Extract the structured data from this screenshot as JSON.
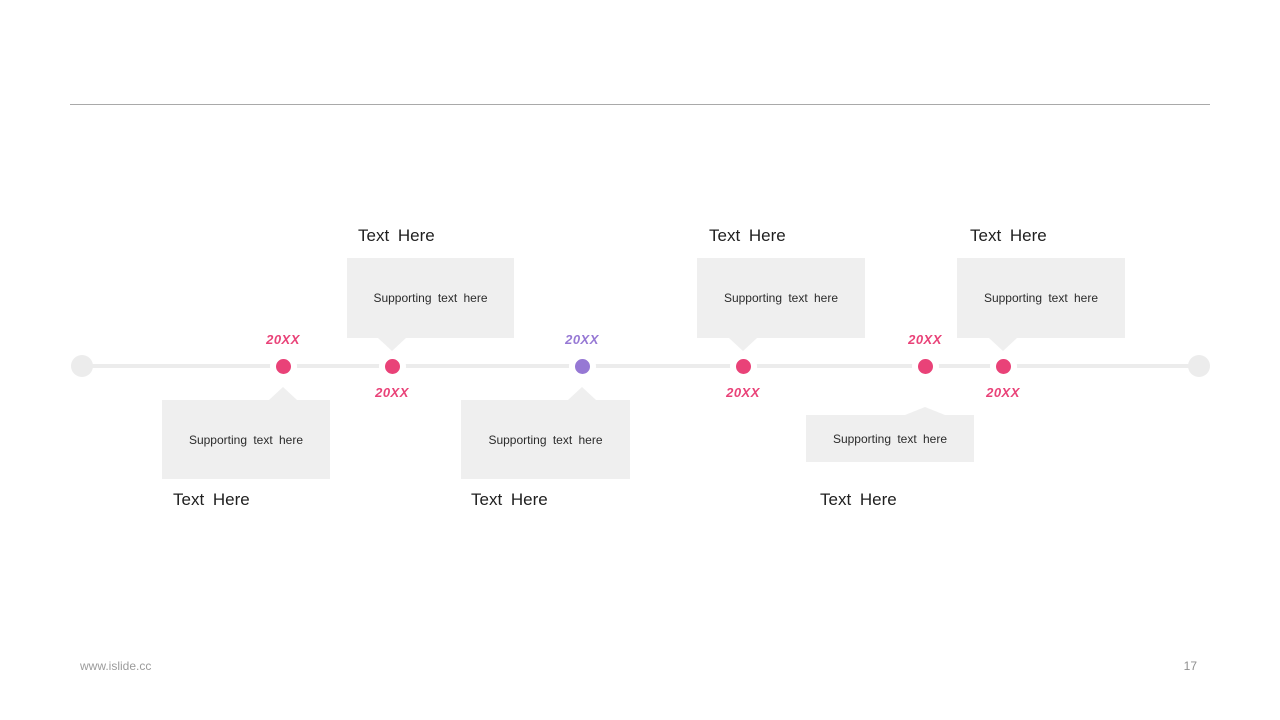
{
  "colors": {
    "pink": "#E94278",
    "purple": "#9678D4",
    "track": "#ECECEC",
    "box": "#EFEFEF"
  },
  "footer": {
    "website": "www.islide.cc",
    "page_number": "17"
  },
  "timeline": {
    "events": [
      {
        "year": "20XX",
        "color": "pink",
        "label_position": "above"
      },
      {
        "year": "20XX",
        "color": "pink",
        "label_position": "below"
      },
      {
        "year": "20XX",
        "color": "purple",
        "label_position": "above"
      },
      {
        "year": "20XX",
        "color": "pink",
        "label_position": "below"
      },
      {
        "year": "20XX",
        "color": "pink",
        "label_position": "above"
      },
      {
        "year": "20XX",
        "color": "pink",
        "label_position": "below"
      }
    ],
    "callouts": [
      {
        "title": "Text Here",
        "body": "Supporting text here",
        "position": "above-timeline"
      },
      {
        "title": "Text Here",
        "body": "Supporting text here",
        "position": "above-timeline"
      },
      {
        "title": "Text Here",
        "body": "Supporting text here",
        "position": "above-timeline"
      },
      {
        "title": "Text Here",
        "body": "Supporting text here",
        "position": "below-timeline"
      },
      {
        "title": "Text Here",
        "body": "Supporting text here",
        "position": "below-timeline"
      },
      {
        "title": "Text Here",
        "body": "Supporting text here",
        "position": "below-timeline"
      }
    ]
  }
}
